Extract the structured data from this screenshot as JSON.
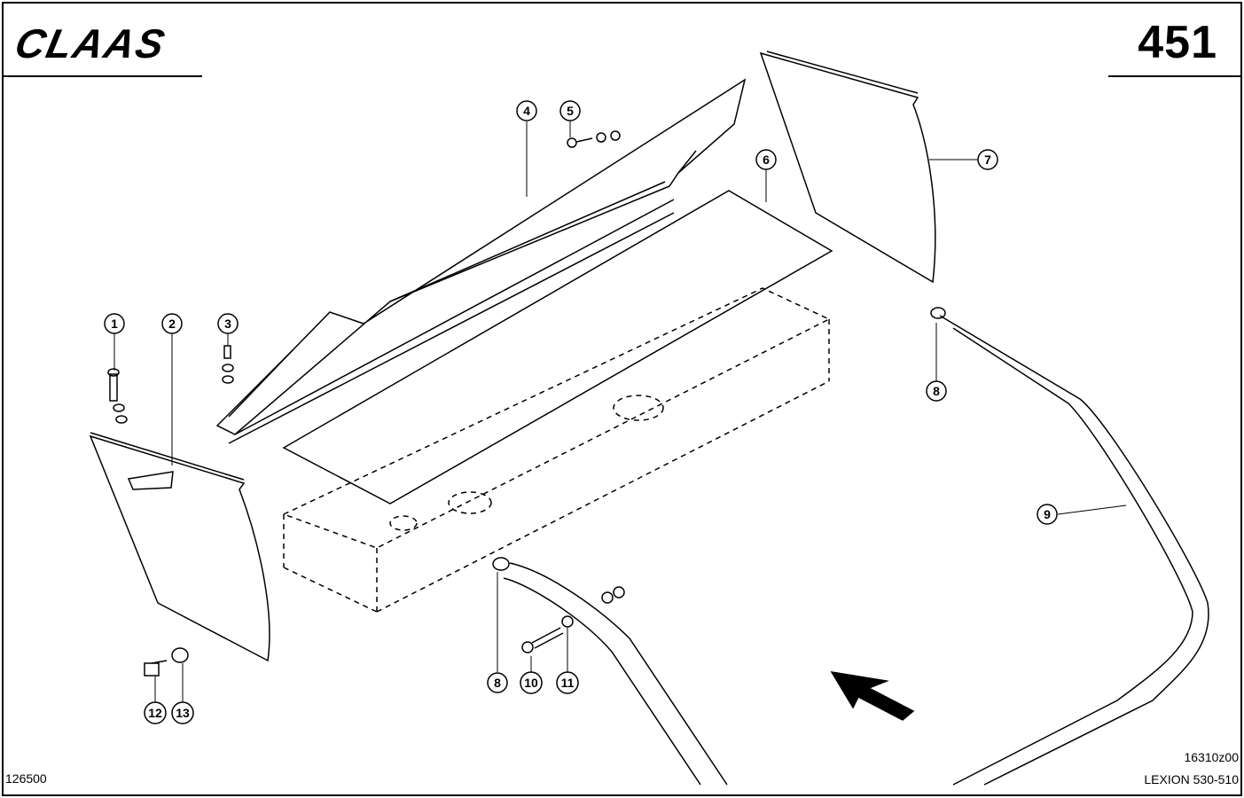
{
  "header": {
    "brand": "CLAAS",
    "page_number": "451"
  },
  "footer": {
    "image_ref": "126500",
    "drawing_code": "16310z00",
    "model": "LEXION 530-510"
  },
  "callouts": [
    "1",
    "2",
    "3",
    "4",
    "5",
    "6",
    "7",
    "8",
    "8",
    "9",
    "10",
    "11",
    "12",
    "13"
  ]
}
